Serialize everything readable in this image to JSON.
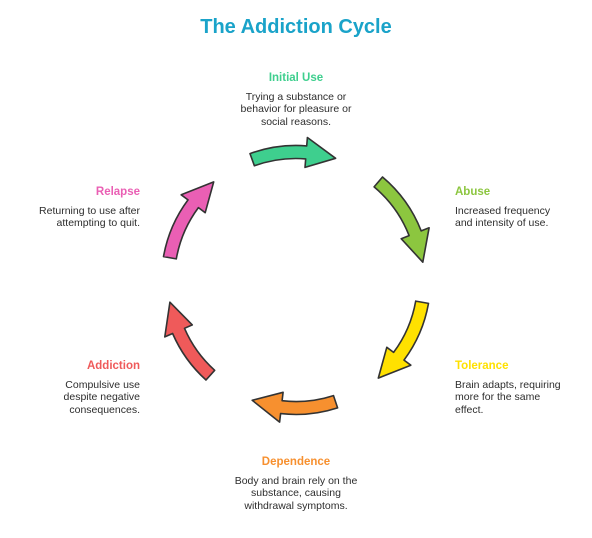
{
  "title": "The Addiction Cycle",
  "colors": {
    "title": "#1aa3c9",
    "initial_use": "#3ecf8e",
    "abuse": "#8cc63f",
    "tolerance": "#ffe100",
    "dependence": "#f7902f",
    "addiction": "#ef5a5a",
    "relapse": "#ea5fb4"
  },
  "stages": [
    {
      "key": "initial_use",
      "heading": "Initial Use",
      "description": "Trying a substance or behavior for pleasure or social reasons."
    },
    {
      "key": "abuse",
      "heading": "Abuse",
      "description": "Increased frequency and intensity of use."
    },
    {
      "key": "tolerance",
      "heading": "Tolerance",
      "description": "Brain adapts, requiring more for the same effect."
    },
    {
      "key": "dependence",
      "heading": "Dependence",
      "description": "Body and brain rely on the substance, causing withdrawal symptoms."
    },
    {
      "key": "addiction",
      "heading": "Addiction",
      "description": "Compulsive use despite negative consequences."
    },
    {
      "key": "relapse",
      "heading": "Relapse",
      "description": "Returning to use after attempting to quit."
    }
  ]
}
